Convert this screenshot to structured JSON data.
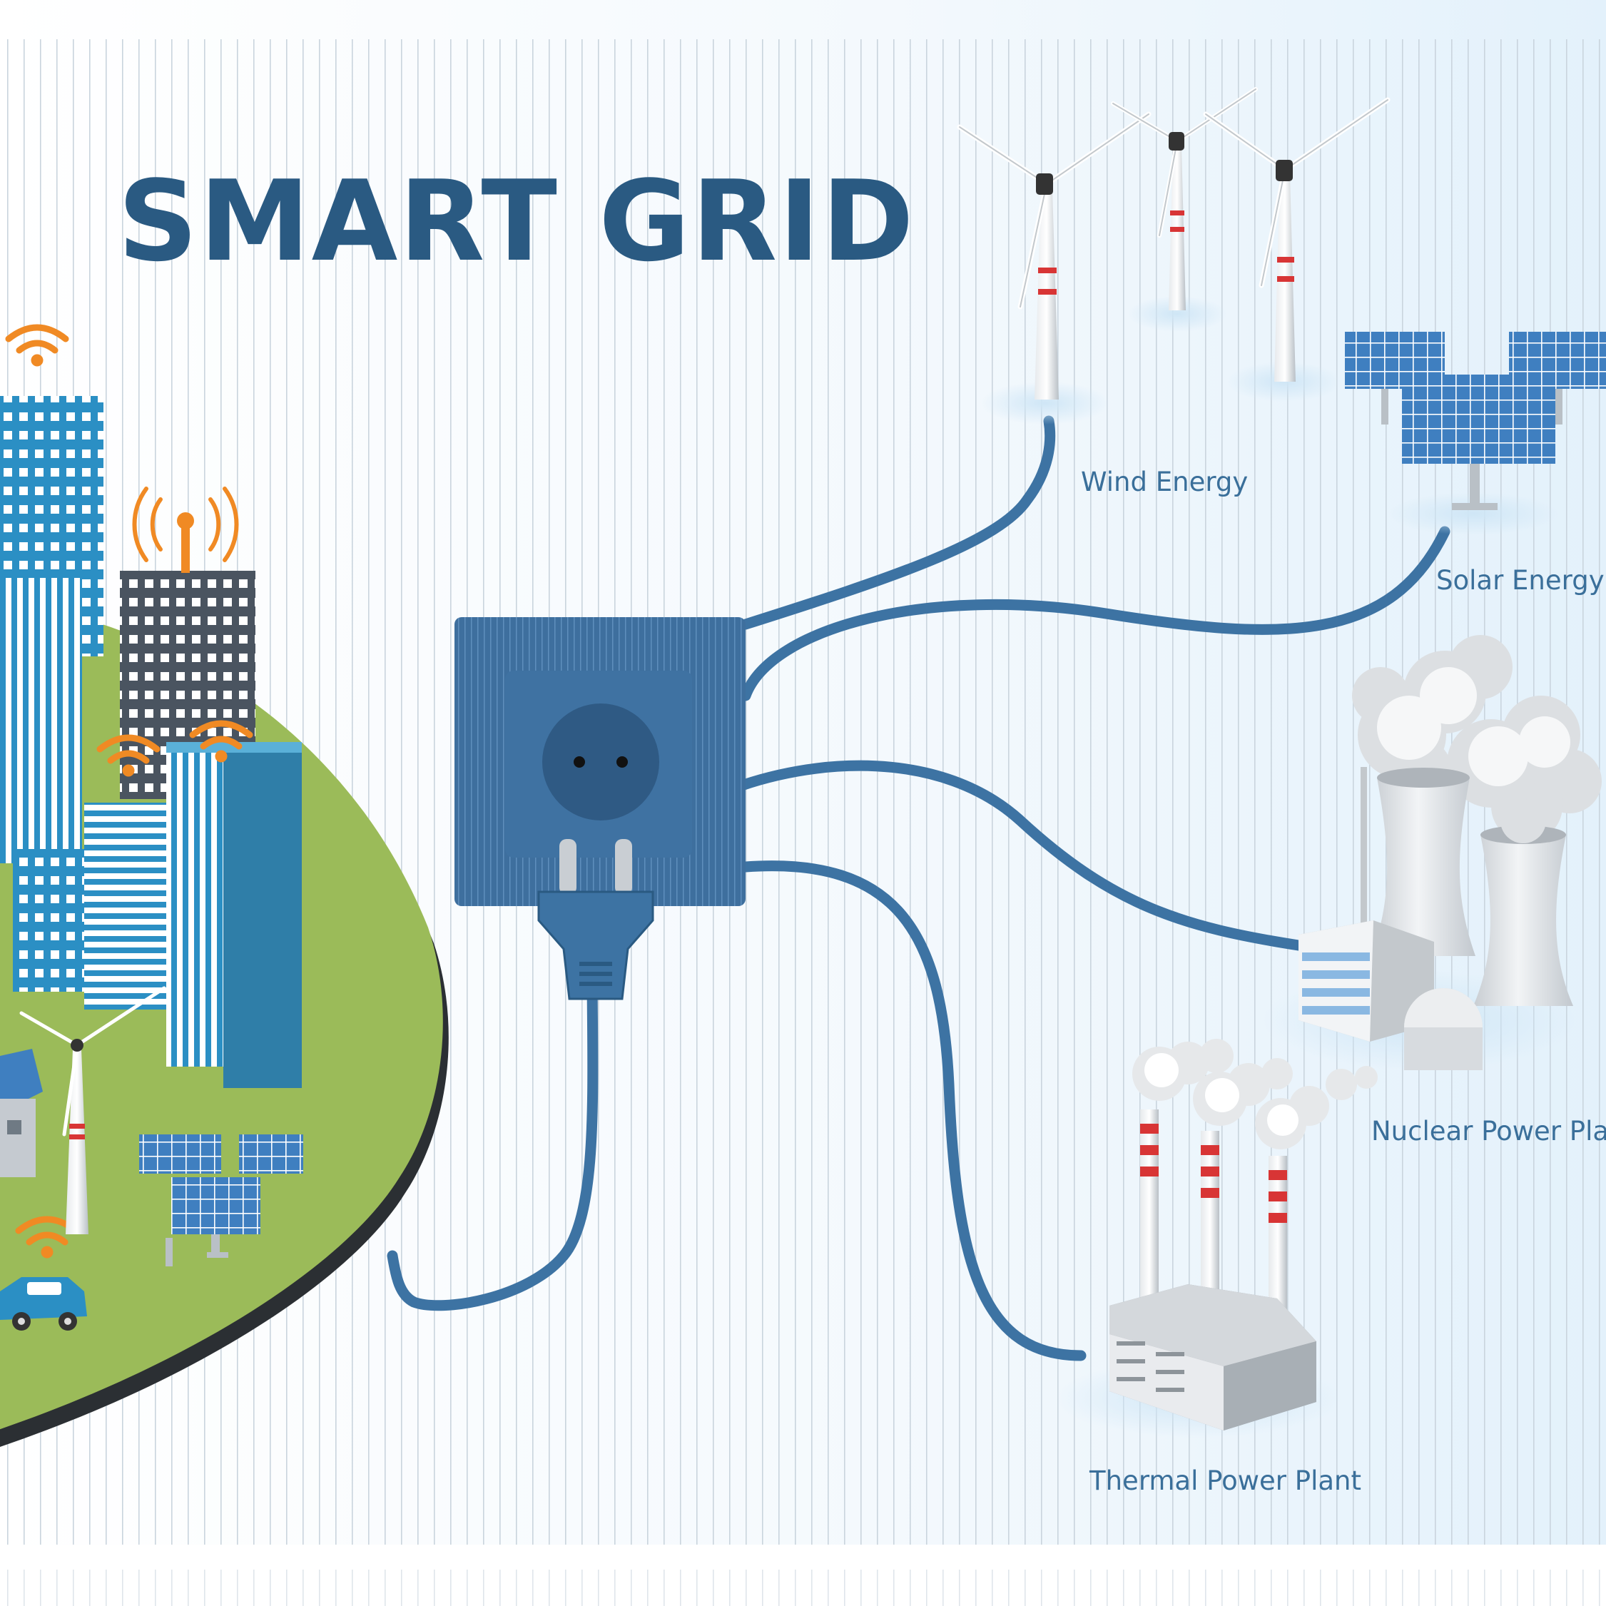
{
  "title": "SMART GRID",
  "labels": {
    "wind": "Wind Energy",
    "solar": "Solar Energy",
    "nuclear": "Nuclear Power Plant",
    "thermal": "Thermal Power Plant"
  },
  "colors": {
    "title": "#2a5a82",
    "label": "#3a6f9a",
    "cable": "#3d73a3",
    "socket": "#3e6f9e",
    "ground": "#9bbb59",
    "signal": "#f08a24",
    "building": "#2b8fc4",
    "panel": "#3f7fc0",
    "stripe": "#d83535"
  },
  "icons": [
    "wind-turbine-icon",
    "solar-panel-icon",
    "nuclear-plant-icon",
    "thermal-plant-icon",
    "power-socket-icon",
    "power-plug-icon",
    "wifi-signal-icon",
    "antenna-icon",
    "electric-car-icon",
    "house-icon"
  ]
}
